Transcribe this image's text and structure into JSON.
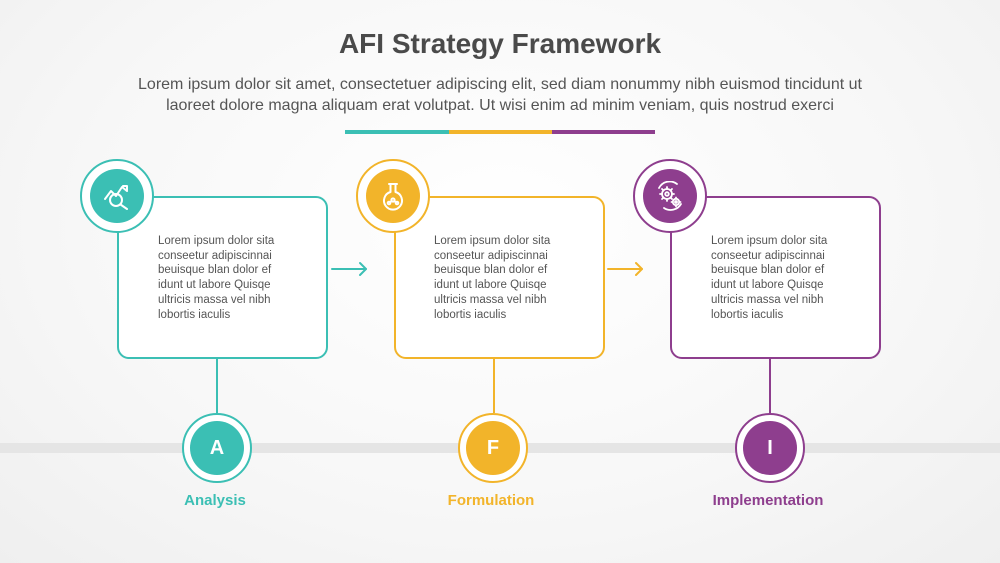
{
  "title": "AFI Strategy Framework",
  "subtitle_line1": "Lorem ipsum dolor sit amet, consectetuer adipiscing elit, sed diam nonummy nibh euismod tincidunt ut",
  "subtitle_line2": "laoreet dolore magna aliquam erat volutpat. Ut wisi enim ad minim veniam, quis nostrud exerci",
  "colors": {
    "teal": "#3bbfb4",
    "yellow": "#f2b42a",
    "purple": "#8e3e8e"
  },
  "stages": [
    {
      "letter": "A",
      "label": "Analysis",
      "icon": "chart-magnifier-icon",
      "text": [
        "Lorem ipsum dolor sita",
        "conseetur adipiscinnai",
        "beuisque blan dolor ef",
        "idunt ut labore Quisqe",
        "ultricis massa vel nibh",
        "lobortis iaculis"
      ]
    },
    {
      "letter": "F",
      "label": "Formulation",
      "icon": "flask-icon",
      "text": [
        "Lorem ipsum dolor sita",
        "conseetur adipiscinnai",
        "beuisque blan dolor ef",
        "idunt ut labore Quisqe",
        "ultricis massa vel nibh",
        "lobortis iaculis"
      ]
    },
    {
      "letter": "I",
      "label": "Implementation",
      "icon": "gears-cycle-icon",
      "text": [
        "Lorem ipsum dolor sita",
        "conseetur adipiscinnai",
        "beuisque blan dolor ef",
        "idunt ut labore Quisqe",
        "ultricis massa vel nibh",
        "lobortis iaculis"
      ]
    }
  ]
}
